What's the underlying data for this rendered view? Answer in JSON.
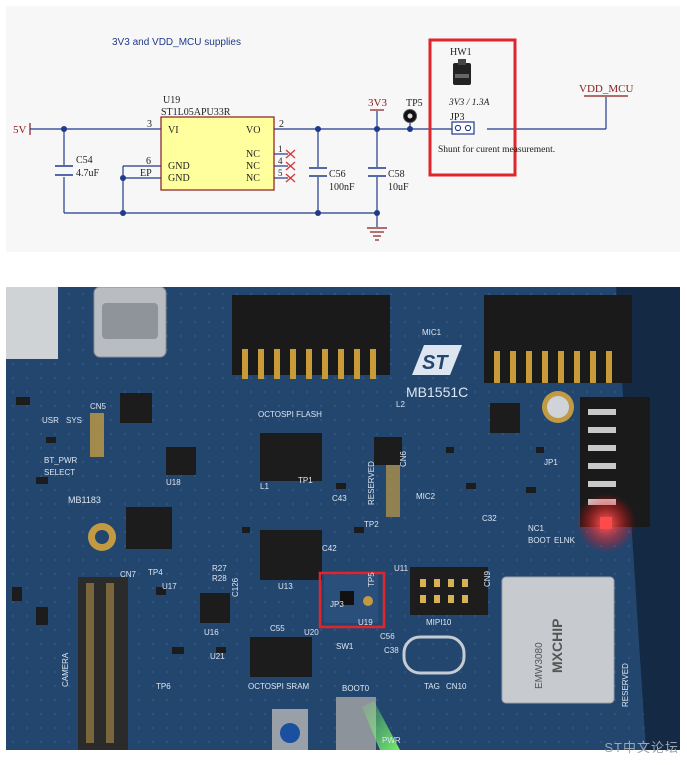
{
  "schematic": {
    "title": "3V3 and VDD_MCU supplies",
    "input_net": "5V",
    "output_net": "VDD_MCU",
    "rail_label": "3V3",
    "testpoint": "TP5",
    "regulator": {
      "ref": "U19",
      "part": "ST1L05APU33R",
      "pin_vi": "VI",
      "pin_vo": "VO",
      "pin_gnd1": "GND",
      "pin_gnd2": "GND",
      "pin_ep": "EP",
      "pin_nc1": "NC",
      "pin_nc2": "NC",
      "pin_nc3": "NC",
      "num_3": "3",
      "num_2": "2",
      "num_6": "6",
      "num_1": "1",
      "num_4": "4",
      "num_5": "5"
    },
    "c54": {
      "ref": "C54",
      "value": "4.7uF"
    },
    "c56": {
      "ref": "C56",
      "value": "100nF"
    },
    "c58": {
      "ref": "C58",
      "value": "10uF"
    },
    "hw1": {
      "ref": "HW1",
      "rating": "3V3 / 1.3A"
    },
    "jp3": {
      "ref": "JP3",
      "note": "Shunt for curent measurement."
    }
  },
  "photo": {
    "board_name": "MB1551C",
    "labels": {
      "mb1183": "MB1183",
      "cn7": "CN7",
      "camera": "CAMERA",
      "cn5": "CN5",
      "bt_pwr": "BT_PWR",
      "select": "SELECT",
      "usr": "USR",
      "sys": "SYS",
      "octospi_flash": "OCTOSPI FLASH",
      "octospi_sram": "OCTOSPI SRAM",
      "reserved": "RESERVED",
      "cn6": "CN6",
      "mic1": "MIC1",
      "mic2": "MIC2",
      "u19": "U19",
      "tp5": "TP5",
      "jp3": "JP3",
      "jp1": "JP1",
      "mipi10": "MIPI10",
      "tag": "TAG",
      "cn10": "CN10",
      "sw1": "SW1",
      "boot0": "BOOT0",
      "pwr": "PWR",
      "cn9": "CN9",
      "reserved2": "RESERVED",
      "module_brand": "MXCHIP",
      "module_model": "EMW3080",
      "l1": "L1",
      "l2": "L2",
      "u13": "U13",
      "u18": "U18",
      "u20": "U20",
      "u21": "U21",
      "tp1": "TP1",
      "tp2": "TP2",
      "tp4": "TP4",
      "tp6": "TP6",
      "u11": "U11",
      "u16": "U16",
      "u17": "U17",
      "nc1": "NC1",
      "boot": "BOOT",
      "elink": "ELNK",
      "r27": "R27",
      "r28": "R28",
      "c55": "C55",
      "c56": "C56",
      "c126": "C126",
      "c32": "C32",
      "c38": "C38",
      "c42": "C42",
      "c43": "C43"
    }
  },
  "watermark": "ST中文论坛",
  "colors": {
    "highlight": "#e0262b",
    "schematic_ink": "#1f3a8a",
    "net_label": "#8a1a1a",
    "chip_fill": "#ffff9e",
    "pcb_blue": "#23466f",
    "nc_cross": "#d63b3b"
  }
}
